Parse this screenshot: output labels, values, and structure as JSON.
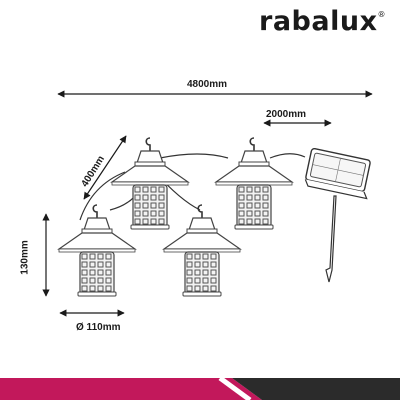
{
  "brand": {
    "name": "rabalux",
    "registered": "®"
  },
  "dimensions": {
    "total_length": "4800mm",
    "cable_to_panel": "2000mm",
    "lamp_spacing": "400mm",
    "lamp_height": "130mm",
    "lamp_diameter": "Ø 110mm"
  },
  "colors": {
    "ink": "#1a1a1a",
    "lamp_outline": "#444444",
    "footer_magenta": "#c2185b",
    "footer_dark": "#2b2b2b"
  }
}
